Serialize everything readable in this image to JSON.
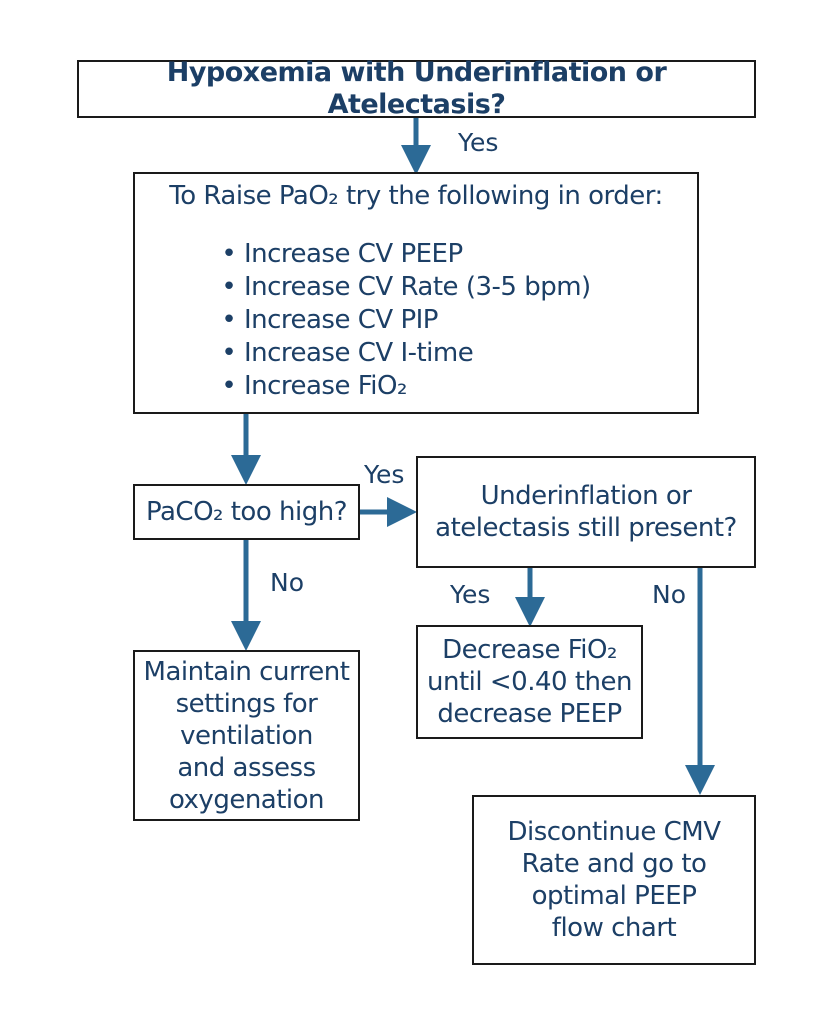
{
  "top_question": "Hypoxemia with Underinflation or Atelectasis?",
  "raise_box": {
    "heading": "To Raise PaO₂ try the following in order:",
    "steps": [
      "Increase CV PEEP",
      "Increase CV Rate (3-5 bpm)",
      "Increase CV PIP",
      "Increase CV I-time",
      "Increase FiO₂"
    ]
  },
  "paco2_question": "PaCO₂ too high?",
  "underinflation_question": [
    "Underinflation or",
    "atelectasis still present?"
  ],
  "maintain_box": [
    "Maintain current",
    "settings for",
    "ventilation",
    "and assess",
    "oxygenation"
  ],
  "decrease_box": [
    "Decrease FiO₂",
    "until <0.40 then",
    "decrease PEEP"
  ],
  "discontinue_box": [
    "Discontinue CMV",
    "Rate and go to",
    "optimal PEEP",
    "flow chart"
  ],
  "edge_labels": {
    "yes_top": "Yes",
    "yes_paco2": "Yes",
    "no_paco2": "No",
    "yes_underinflation": "Yes",
    "no_underinflation": "No"
  },
  "colors": {
    "text": "#1c3f66",
    "arrow": "#2c6a96",
    "border": "#1a1a1a"
  }
}
